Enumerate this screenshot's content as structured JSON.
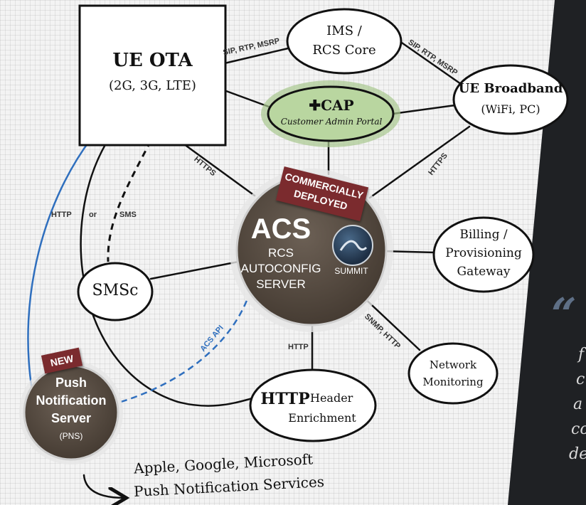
{
  "nodes": {
    "ue_ota": {
      "title": "UE OTA",
      "subtitle": "(2G, 3G, LTE)"
    },
    "ims": {
      "line1": "IMS /",
      "line2": "RCS Core"
    },
    "ue_broadband": {
      "title": "UE Broadband",
      "subtitle": "(WiFi, PC)"
    },
    "cap": {
      "title": "✚CAP",
      "subtitle": "Customer Admin Portal"
    },
    "acs": {
      "title": "ACS",
      "line1": "RCS",
      "line2": "AUTOCONFIG",
      "line3": "SERVER",
      "badge": "SUMMIT"
    },
    "commercially": {
      "line1": "COMMERCIALLY",
      "line2": "DEPLOYED"
    },
    "billing": {
      "line1": "Billing /",
      "line2": "Provisioning",
      "line3": "Gateway"
    },
    "smsc": {
      "title": "SMSc"
    },
    "network": {
      "line1": "Network",
      "line2": "Monitoring"
    },
    "http_enrich": {
      "title": "HTTP",
      "line1": "Header",
      "line2": "Enrichment"
    },
    "pns": {
      "badge": "NEW",
      "line1": "Push",
      "line2": "Notification",
      "line3": "Server",
      "line4": "(PNS)"
    },
    "apple": {
      "line1": "Apple, Google, Microsoft",
      "line2": "Push Notification Services"
    }
  },
  "edge_labels": {
    "ue_ims": "SIP, RTP, MSRP",
    "ims_broadband": "SIP, RTP, MSRP",
    "ue_acs": "HTTPS",
    "broadband_acs": "HTTPS",
    "http": "HTTP",
    "or": "or",
    "sms": "SMS",
    "acs_api": "ACS API",
    "snmp": "SNMP, HTTP",
    "acs_http": "HTTP"
  },
  "quote": {
    "mark": "“",
    "lines": [
      "f",
      "c",
      "a",
      "co",
      "de"
    ],
    "first": "."
  },
  "colors": {
    "blue_line": "#2f6fbe",
    "acs_fill": "#5a4f44",
    "cap_glow": "#a8c88e",
    "ribbon": "#7b2b2e",
    "dark_panel": "#1f2124"
  }
}
